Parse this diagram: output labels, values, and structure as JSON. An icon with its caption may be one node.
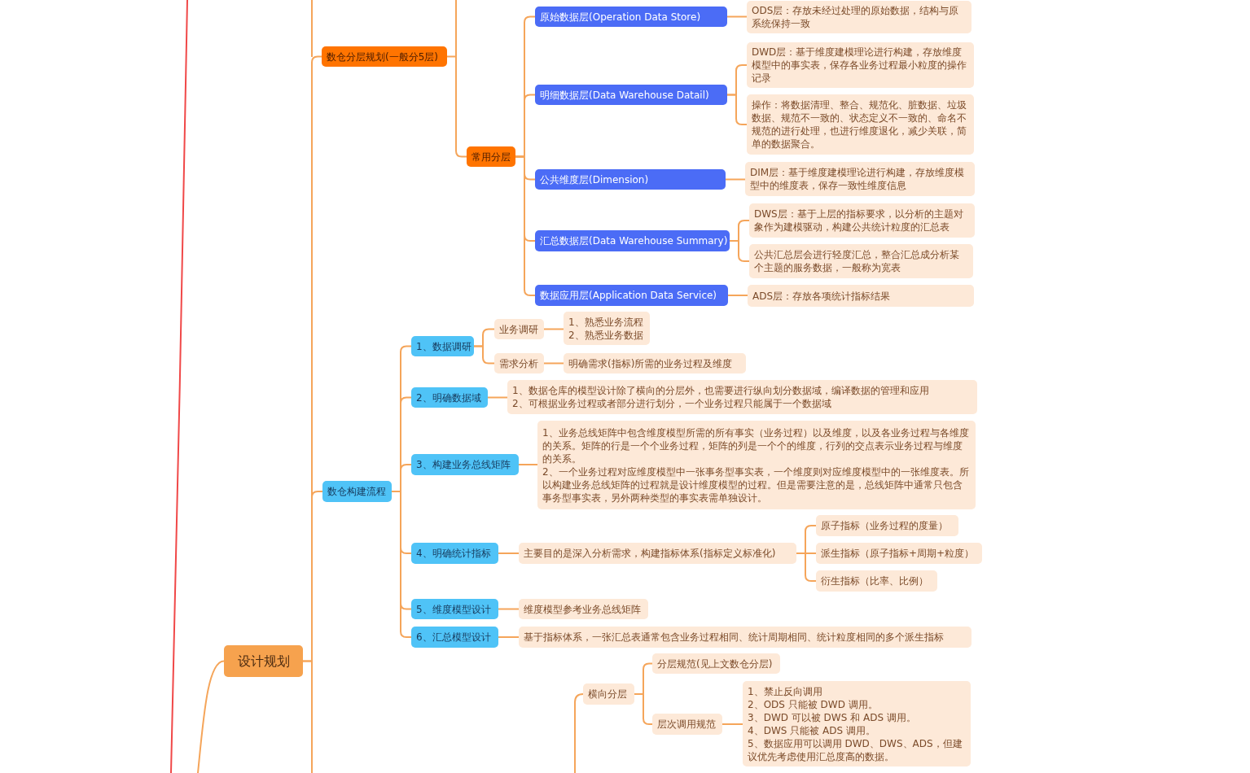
{
  "diagram": {
    "nodes": [
      {
        "text": [
          "设计规划"
        ]
      },
      {
        "text": [
          "数仓分层规划(一般分5层)"
        ]
      },
      {
        "text": [
          "常用分层"
        ]
      },
      {
        "text": [
          "原始数据层(Operation Data Store)"
        ]
      },
      {
        "text": [
          "ODS层：存放未经过处理的原始数据，结构与原系统保持一致"
        ]
      },
      {
        "text": [
          "明细数据层(Data Warehouse Datail)"
        ]
      },
      {
        "text": [
          "DWD层：基于维度建模理论进行构建，存放维度模型中的事实表，保存各业务过程最小粒度的操作记录"
        ]
      },
      {
        "text": [
          "操作：将数据清理、整合、规范化、脏数据、垃圾数据、规范不一致的、状态定义不一致的、命名不规范的进行处理，也进行维度退化，减少关联，简单的数据聚合。"
        ]
      },
      {
        "text": [
          "公共维度层(Dimension)"
        ]
      },
      {
        "text": [
          "DIM层：基于维度建模理论进行构建，存放维度模型中的维度表，保存一致性维度信息"
        ]
      },
      {
        "text": [
          "汇总数据层(Data Warehouse Summary)"
        ]
      },
      {
        "text": [
          "DWS层：基于上层的指标要求，以分析的主题对象作为建模驱动，构建公共统计粒度的汇总表"
        ]
      },
      {
        "text": [
          "公共汇总层会进行轻度汇总，整合汇总成分析某个主题的服务数据，一般称为宽表"
        ]
      },
      {
        "text": [
          "数据应用层(Application Data Service)"
        ]
      },
      {
        "text": [
          "ADS层：存放各项统计指标结果"
        ]
      },
      {
        "text": [
          "数仓构建流程"
        ]
      },
      {
        "text": [
          "1、数据调研"
        ]
      },
      {
        "text": [
          "业务调研"
        ]
      },
      {
        "text": [
          "1、熟悉业务流程",
          "2、熟悉业务数据"
        ]
      },
      {
        "text": [
          "需求分析"
        ]
      },
      {
        "text": [
          "明确需求(指标)所需的业务过程及维度"
        ]
      },
      {
        "text": [
          "2、明确数据域"
        ]
      },
      {
        "text": [
          "1、数据仓库的模型设计除了横向的分层外，也需要进行纵向划分数据域，编译数据的管理和应用",
          "2、可根据业务过程或者部分进行划分，一个业务过程只能属于一个数据域"
        ]
      },
      {
        "text": [
          "3、构建业务总线矩阵"
        ]
      },
      {
        "text": [
          "1、业务总线矩阵中包含维度模型所需的所有事实（业务过程）以及维度，以及各业务过程与各维度的关系。矩阵的行是一个个业务过程，矩阵的列是一个个的维度，行列的交点表示业务过程与维度的关系。",
          "2、一个业务过程对应维度模型中一张事务型事实表，一个维度则对应维度模型中的一张维度表。所以构建业务总线矩阵的过程就是设计维度模型的过程。但是需要注意的是，总线矩阵中通常只包含事务型事实表，另外两种类型的事实表需单独设计。"
        ]
      },
      {
        "text": [
          "4、明确统计指标"
        ]
      },
      {
        "text": [
          "主要目的是深入分析需求，构建指标体系(指标定义标准化)"
        ]
      },
      {
        "text": [
          "原子指标（业务过程的度量）"
        ]
      },
      {
        "text": [
          "派生指标（原子指标+周期+粒度）"
        ]
      },
      {
        "text": [
          "衍生指标（比率、比例）"
        ]
      },
      {
        "text": [
          "5、维度模型设计"
        ]
      },
      {
        "text": [
          "维度模型参考业务总线矩阵"
        ]
      },
      {
        "text": [
          "6、汇总模型设计"
        ]
      },
      {
        "text": [
          "基于指标体系，一张汇总表通常包含业务过程相同、统计周期相同、统计粒度相同的多个派生指标"
        ]
      },
      {
        "text": [
          "横向分层"
        ]
      },
      {
        "text": [
          "分层规范(见上文数仓分层)"
        ]
      },
      {
        "text": [
          "层次调用规范"
        ]
      },
      {
        "text": [
          "1、禁止反向调用",
          "2、ODS 只能被 DWD 调用。",
          "3、DWD 可以被 DWS 和 ADS 调用。",
          "4、DWS 只能被 ADS 调用。",
          "5、数据应用可以调用 DWD、DWS、ADS，但建议优先考虑使用汇总度高的数据。"
        ]
      }
    ],
    "edges": [
      {
        "from": null,
        "to": 0,
        "arrow": "none"
      },
      {
        "from": 0,
        "to": 1,
        "arrow": "none"
      },
      {
        "from": 1,
        "to": 2,
        "arrow": "none"
      },
      {
        "from": 2,
        "to": 3,
        "arrow": "none"
      },
      {
        "from": 3,
        "to": 4,
        "arrow": "none"
      },
      {
        "from": 2,
        "to": 5,
        "arrow": "none"
      },
      {
        "from": 5,
        "to": 6,
        "arrow": "none"
      },
      {
        "from": 5,
        "to": 7,
        "arrow": "none"
      },
      {
        "from": 2,
        "to": 8,
        "arrow": "none"
      },
      {
        "from": 8,
        "to": 9,
        "arrow": "none"
      },
      {
        "from": 2,
        "to": 10,
        "arrow": "none"
      },
      {
        "from": 10,
        "to": 11,
        "arrow": "none"
      },
      {
        "from": 10,
        "to": 12,
        "arrow": "none"
      },
      {
        "from": 2,
        "to": 13,
        "arrow": "none"
      },
      {
        "from": 13,
        "to": 14,
        "arrow": "none"
      },
      {
        "from": 0,
        "to": 15,
        "arrow": "none"
      },
      {
        "from": 15,
        "to": 16,
        "arrow": "none"
      },
      {
        "from": 16,
        "to": 17,
        "arrow": "none"
      },
      {
        "from": 17,
        "to": 18,
        "arrow": "none"
      },
      {
        "from": 16,
        "to": 19,
        "arrow": "none"
      },
      {
        "from": 19,
        "to": 20,
        "arrow": "none"
      },
      {
        "from": 15,
        "to": 21,
        "arrow": "none"
      },
      {
        "from": 21,
        "to": 22,
        "arrow": "none"
      },
      {
        "from": 15,
        "to": 23,
        "arrow": "none"
      },
      {
        "from": 23,
        "to": 24,
        "arrow": "none"
      },
      {
        "from": 15,
        "to": 25,
        "arrow": "none"
      },
      {
        "from": 25,
        "to": 26,
        "arrow": "none"
      },
      {
        "from": 26,
        "to": 27,
        "arrow": "none"
      },
      {
        "from": 26,
        "to": 28,
        "arrow": "none"
      },
      {
        "from": 26,
        "to": 29,
        "arrow": "none"
      },
      {
        "from": 15,
        "to": 30,
        "arrow": "none"
      },
      {
        "from": 30,
        "to": 31,
        "arrow": "none"
      },
      {
        "from": 15,
        "to": 32,
        "arrow": "none"
      },
      {
        "from": 32,
        "to": 33,
        "arrow": "none"
      },
      {
        "from": null,
        "to": 34,
        "arrow": "none"
      },
      {
        "from": 34,
        "to": 35,
        "arrow": "none"
      },
      {
        "from": 34,
        "to": 36,
        "arrow": "none"
      },
      {
        "from": 36,
        "to": 37,
        "arrow": "none"
      }
    ]
  }
}
